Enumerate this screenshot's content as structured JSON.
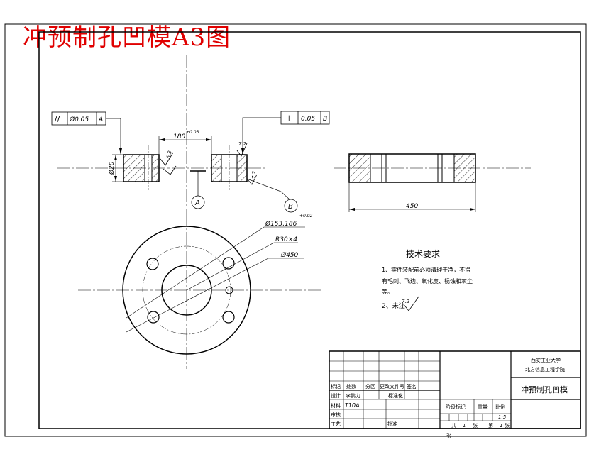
{
  "title": "冲预制孔凹模A3图",
  "gdt": {
    "left": {
      "symbol": "//",
      "value": "Ø0.05",
      "datum": "A"
    },
    "right": {
      "symbol": "⊥",
      "value": "0.05",
      "datum": "B"
    }
  },
  "dims": {
    "bore": "180",
    "bore_tol": "+0.03",
    "thick": "Ø20",
    "d153": "Ø153.186",
    "d153_tol": "+0.02",
    "r30": "R30×4",
    "d450": "Ø450",
    "width": "450",
    "rough": "7.2",
    "rough_small": "6.3"
  },
  "datums": {
    "a": "A",
    "b": "B"
  },
  "notes": {
    "heading": "技术要求",
    "line1": "1、零件装配前必须清理干净，不得",
    "line2": "有毛刺、飞边、氧化皮、锈蚀和灰尘",
    "line3": "等。",
    "line4": "2、未注",
    "rough": "7.2"
  },
  "titleblock": {
    "school1": "西安工业大学",
    "school2": "北方信息工程学院",
    "part": "冲预制孔凹模",
    "h_mark": "标记",
    "h_count": "处数",
    "h_zone": "分区",
    "h_doc": "更改文件号",
    "h_sign": "签名",
    "design": "设计",
    "designer": "李鹏力",
    "std": "标准化",
    "material_label": "材料",
    "material": "T10A",
    "review": "审核",
    "process": "工艺",
    "approve": "批准",
    "stage": "阶段标记",
    "weight": "重量",
    "scale_label": "比例",
    "scale": "1:5",
    "total_pre": "共",
    "total": "1",
    "total_suf": "张",
    "sheet_pre": "第",
    "sheet": "1",
    "sheet_suf": "张",
    "bottom": "张"
  }
}
